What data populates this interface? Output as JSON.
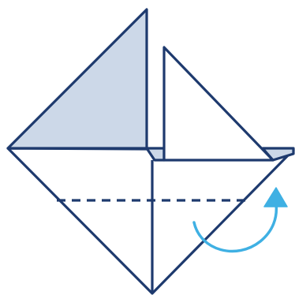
{
  "diagram": {
    "kind": "origami-fold-step",
    "colors": {
      "line": "#1e3a6e",
      "shaded_face": "#ccd8e8",
      "paper": "#ffffff",
      "arrow": "#3fb0e3"
    },
    "fold_line_style": "dashed",
    "fold_direction": "fold-up-counterclockwise"
  }
}
